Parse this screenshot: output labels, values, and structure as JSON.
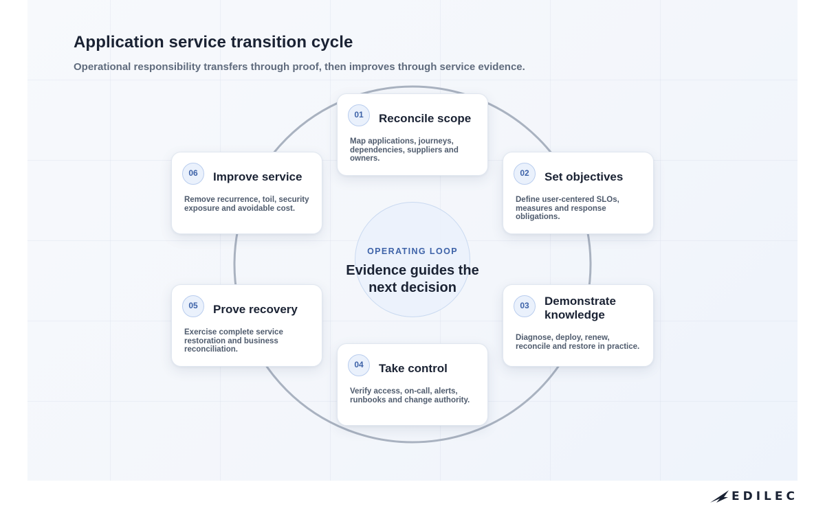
{
  "header": {
    "title": "Application service transition cycle",
    "subtitle": "Operational responsibility transfers through proof, then improves through service evidence."
  },
  "center": {
    "kicker": "OPERATING LOOP",
    "text": "Evidence guides the next decision"
  },
  "steps": [
    {
      "number": "01",
      "title": "Reconcile scope",
      "description": "Map applications, journeys, dependencies, suppliers and owners."
    },
    {
      "number": "02",
      "title": "Set objectives",
      "description": "Define user-centered SLOs, measures and response obligations."
    },
    {
      "number": "03",
      "title": "Demonstrate knowledge",
      "description": "Diagnose, deploy, renew, reconcile and restore in practice."
    },
    {
      "number": "04",
      "title": "Take control",
      "description": "Verify access, on-call, alerts, runbooks and change authority."
    },
    {
      "number": "05",
      "title": "Prove recovery",
      "description": "Exercise complete service restoration and business reconciliation."
    },
    {
      "number": "06",
      "title": "Improve service",
      "description": "Remove recurrence, toil, security exposure and avoidable cost."
    }
  ],
  "brand": {
    "name": "EDILEC"
  },
  "colors": {
    "accent": "#3e63a8",
    "ring": "#a9b2c0",
    "text": "#1a2233"
  }
}
